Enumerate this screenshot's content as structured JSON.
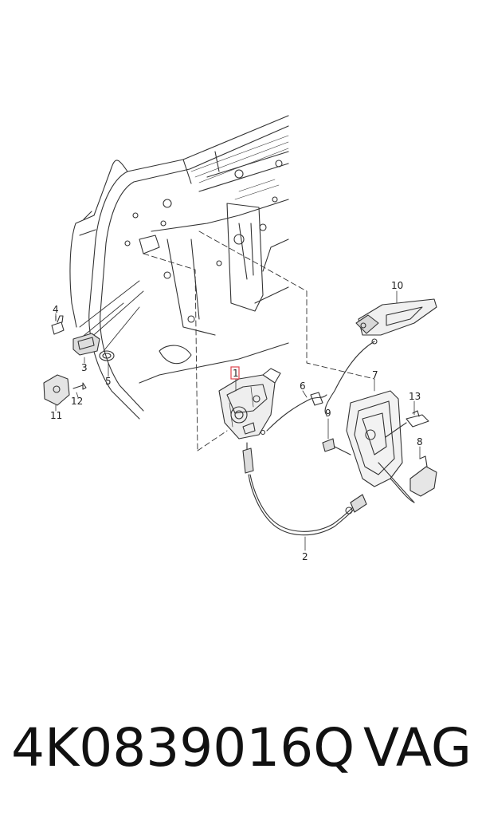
{
  "colors": {
    "line": "#333333",
    "highlight_box": "#e0454f",
    "text": "#111111"
  },
  "callouts": {
    "c1": "1",
    "c2": "2",
    "c3": "3",
    "c4": "4",
    "c5": "5",
    "c6": "6",
    "c7": "7",
    "c8": "8",
    "c9": "9",
    "c10": "10",
    "c11": "11",
    "c12": "12",
    "c13": "13"
  },
  "footer": {
    "part_number": "4K0839016Q",
    "brand": "VAG"
  }
}
